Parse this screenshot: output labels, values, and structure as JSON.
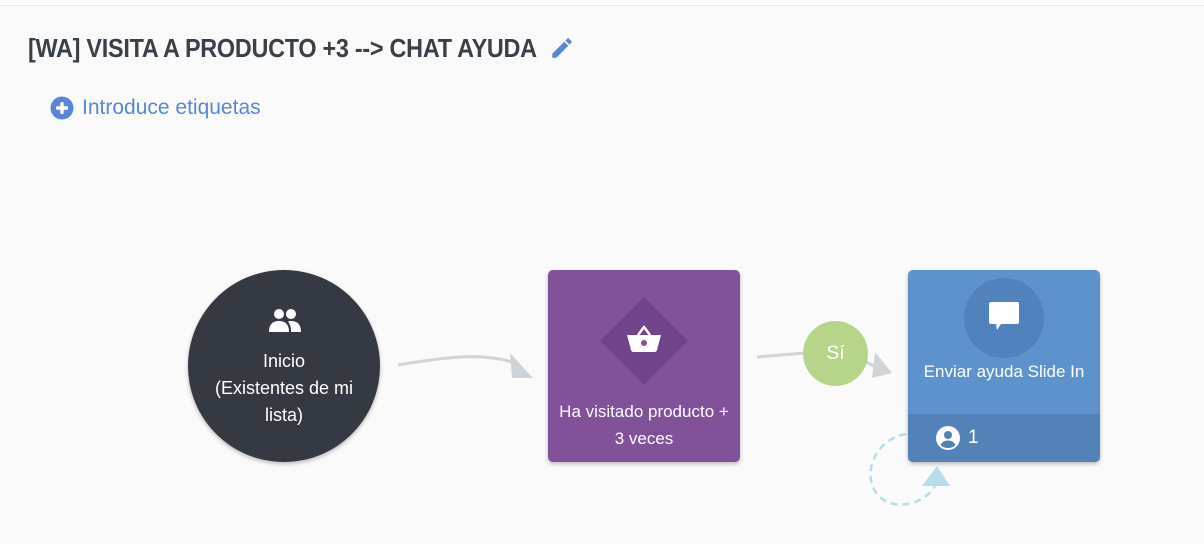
{
  "header": {
    "title": "[WA] VISITA A PRODUCTO +3 --> CHAT AYUDA",
    "edit_icon": "pencil-icon",
    "add_tags_icon": "plus-circle-icon",
    "add_tags_label": "Introduce etiquetas"
  },
  "workflow": {
    "start_node": {
      "icon": "users-icon",
      "label_line1": "Inicio",
      "label_line2": "(Existentes de mi",
      "label_line3": "lista)"
    },
    "condition_node": {
      "icon": "shopping-basket-icon",
      "label_line1": "Ha visitado producto +",
      "label_line2": "3 veces"
    },
    "yes_branch": {
      "label": "Sí"
    },
    "action_node": {
      "icon": "chat-bubble-icon",
      "label": "Enviar ayuda Slide In",
      "contacts_icon": "user-circle-icon",
      "contacts_count": "1"
    }
  },
  "colors": {
    "start": "#353a42",
    "condition": "#81519a",
    "action": "#5d92cc",
    "yes": "#b7d58a",
    "accent": "#5b86d8",
    "connector": "#cfd4d9",
    "loop": "#b7dcea"
  }
}
